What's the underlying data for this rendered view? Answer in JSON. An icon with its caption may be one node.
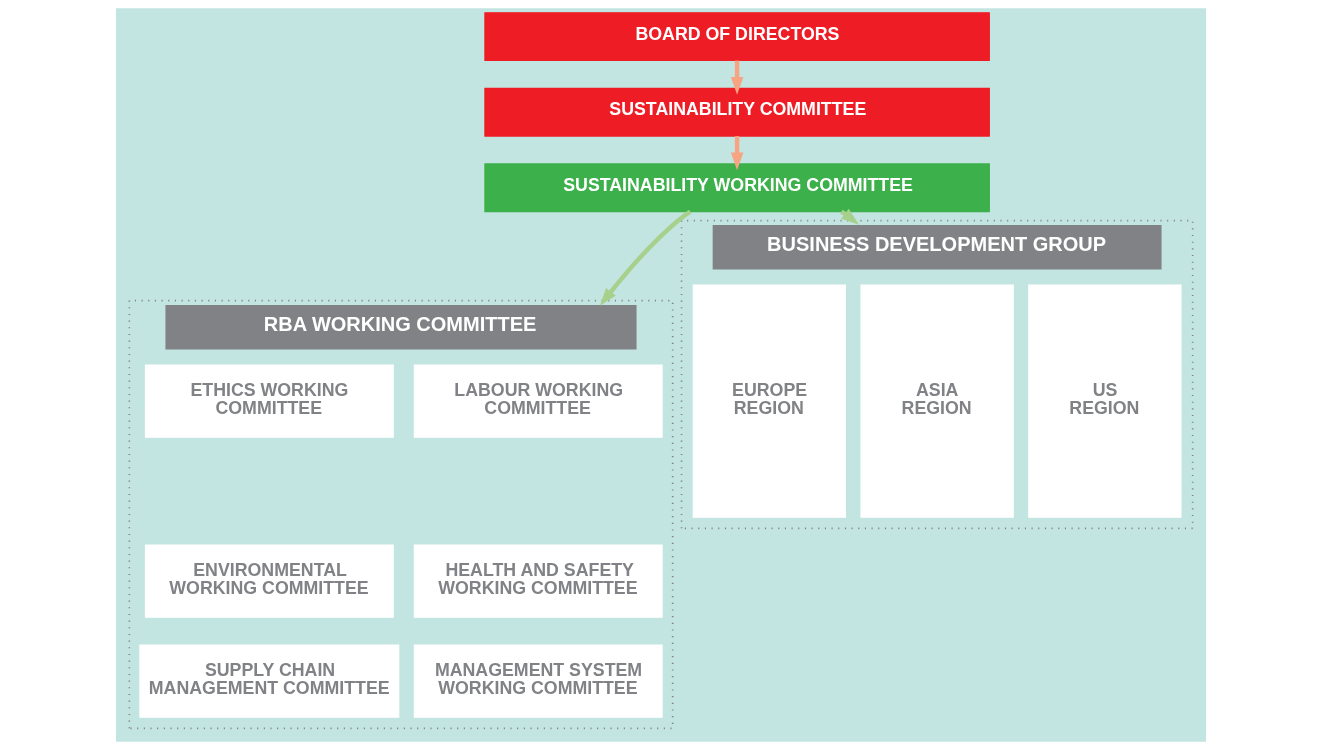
{
  "diagram": {
    "nodes": [
      {
        "text": [
          "BOARD OF DIRECTORS"
        ]
      },
      {
        "text": [
          "SUSTAINABILITY COMMITTEE"
        ]
      },
      {
        "text": [
          "SUSTAINABILITY WORKING COMMITTEE"
        ]
      },
      {
        "text": [
          "RBA WORKING COMMITTEE"
        ]
      },
      {
        "text": [
          "LABOUR WORKING COMMITTEE"
        ],
        "in": 3
      },
      {
        "text": [
          "ETHICS WORKING COMMITTEE"
        ],
        "in": 3
      },
      {
        "text": [
          "HEALTH AND SAFETY WORKING COMMITTEE"
        ],
        "in": 3
      },
      {
        "text": [
          "ENVIRONMENTAL WORKING COMMITTEE"
        ],
        "in": 3
      },
      {
        "text": [
          "MANAGEMENT SYSTEM WORKING COMMITTEE"
        ],
        "in": 3
      },
      {
        "text": [
          "SUPPLY CHAIN MANAGEMENT COMMITTEE"
        ],
        "in": 3
      },
      {
        "text": [
          "BUSINESS DEVELOPMENT GROUP"
        ]
      },
      {
        "text": [
          "US REGION"
        ],
        "in": 10
      },
      {
        "text": [
          "ASIA REGION"
        ],
        "in": 10
      },
      {
        "text": [
          "EUROPE REGION"
        ],
        "in": 10
      }
    ],
    "edges": [
      {
        "from": 0,
        "to": 1,
        "arrow": "to",
        "color": "#f7a483"
      },
      {
        "from": 1,
        "to": 2,
        "arrow": "to",
        "color": "#f7a483"
      },
      {
        "from": 2,
        "to": 3,
        "arrow": "to",
        "color": "#a8d08d"
      },
      {
        "from": 2,
        "to": 10,
        "arrow": "to",
        "color": "#a8d08d"
      }
    ]
  }
}
